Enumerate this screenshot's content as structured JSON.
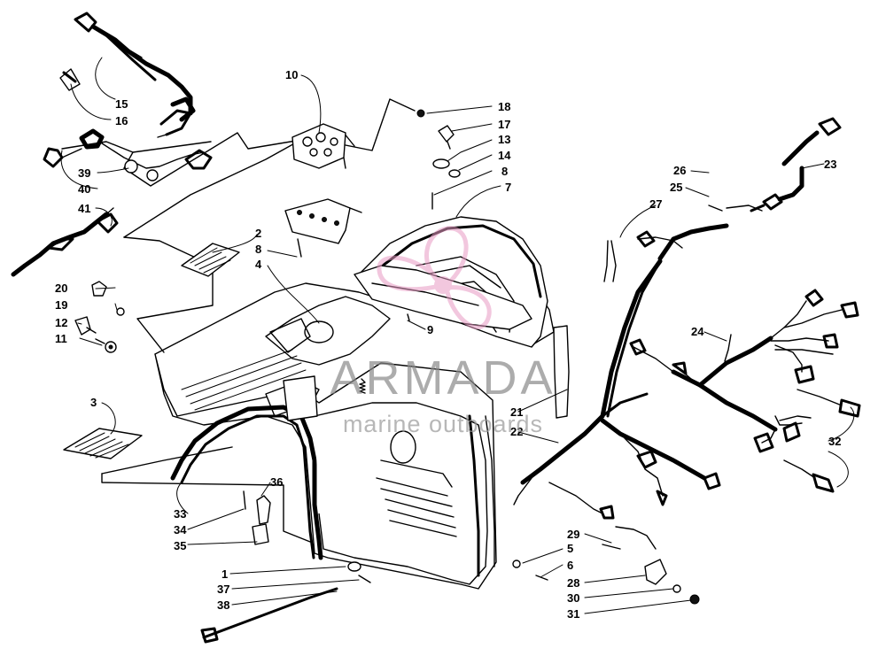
{
  "watermark": {
    "brand": "ARMADA",
    "tagline": "marine outboards",
    "accent_color": "#e89bc4",
    "text_color": "#8a8a8a"
  },
  "part_labels": [
    "1",
    "2",
    "3",
    "4",
    "5",
    "6",
    "7",
    "8",
    "8",
    "9",
    "10",
    "11",
    "12",
    "13",
    "14",
    "15",
    "16",
    "17",
    "18",
    "19",
    "20",
    "21",
    "22",
    "23",
    "24",
    "25",
    "26",
    "27",
    "28",
    "29",
    "30",
    "31",
    "32",
    "33",
    "34",
    "35",
    "36",
    "37",
    "38",
    "39",
    "40",
    "41"
  ]
}
